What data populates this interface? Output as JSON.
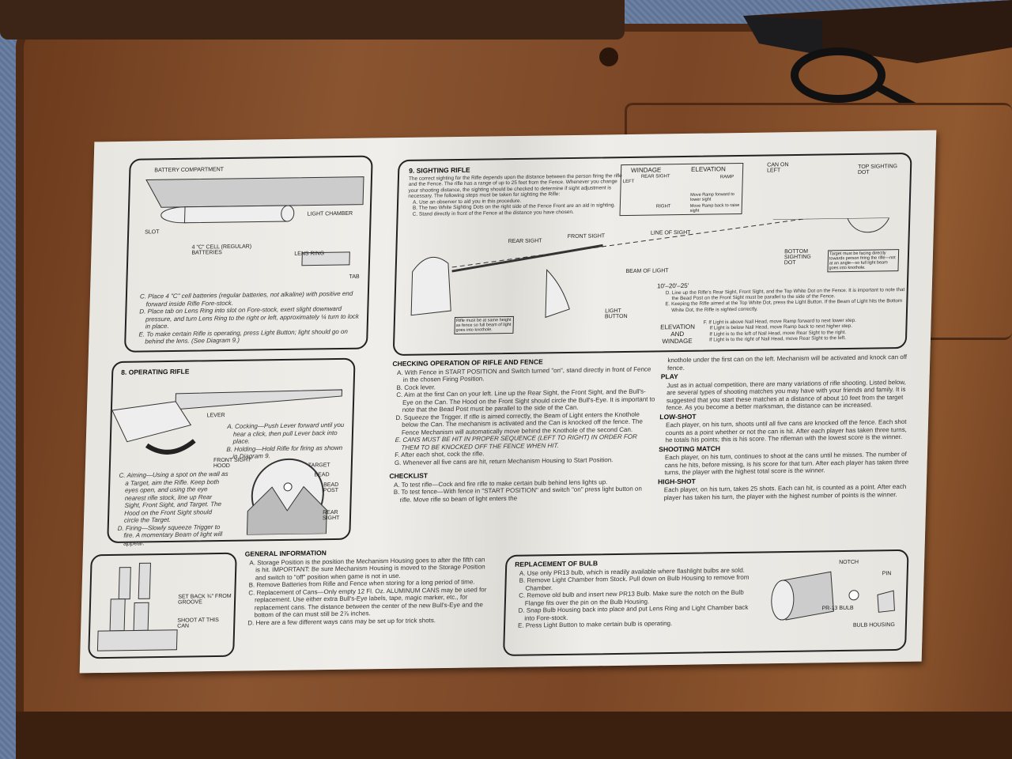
{
  "battery": {
    "labels": [
      "BATTERY COMPARTMENT",
      "SLOT",
      "LIGHT CHAMBER",
      "4 \"C\" CELL (REGULAR) BATTERIES",
      "LENS RING",
      "TAB"
    ],
    "steps": [
      "C. Place 4 \"C\" cell batteries (regular batteries, not alkaline) with positive end forward inside Rifle Fore-stock.",
      "D. Place tab on Lens Ring into slot on Fore-stock, exert slight downward pressure, and turn Lens Ring to the right or left, approximately ¼ turn to lock in place.",
      "E. To make certain Rifle is operating, press Light Button; light should go on behind the lens. (See Diagram 9.)"
    ]
  },
  "operating": {
    "title": "8. OPERATING RIFLE",
    "labels": [
      "LEVER",
      "FRONT SIGHT HOOD",
      "TARGET",
      "BEAD",
      "BEAD POST",
      "REAR SIGHT"
    ],
    "steps": [
      "A. Cocking—Push Lever forward until you hear a click, then pull Lever back into place.",
      "B. Holding—Hold Rifle for firing as shown in Diagram 9.",
      "C. Aiming—Using a spot on the wall as a Target, aim the Rifle. Keep both eyes open, and using the eye nearest rifle stock, line up Rear Sight, Front Sight, and Target. The Hood on the Front Sight should circle the Target.",
      "D. Firing—Slowly squeeze Trigger to fire. A momentary Beam of light will appear."
    ]
  },
  "trick": {
    "labels": [
      "SET BACK ¾\" FROM GROOVE",
      "SHOOT AT THIS CAN"
    ]
  },
  "general": {
    "title": "GENERAL INFORMATION",
    "steps": [
      "A. Storage Position is the position the Mechanism Housing goes to after the fifth can is hit. IMPORTANT: Be sure Mechanism Housing is moved to the Storage Position and switch to \"off\" position when game is not in use.",
      "B. Remove Batteries from Rifle and Fence when storing for a long period of time.",
      "C. Replacement of Cans—Only empty 12 Fl. Oz. ALUMINUM CANS may be used for replacement. Use either extra Bull's-Eye labels, tape, magic marker, etc., for replacement cans. The distance between the center of the new Bull's-Eye and the bottom of the can must still be 2⅞ inches.",
      "D. Here are a few different ways cans may be set up for trick shots."
    ]
  },
  "sighting": {
    "title": "9. SIGHTING RIFLE",
    "intro": "The correct sighting for the Rifle depends upon the distance between the person firing the rifle and the Fence. The rifle has a range of up to 25 feet from the Fence. Whenever you change your shooting distance, the sighting should be checked to determine if sight adjustment is necessary. The following steps must be taken for sighting the Rifle:",
    "steps": [
      "A. Use an observer to aid you in this procedure.",
      "B. The two White Sighting Dots on the right side of the Fence Front are an aid in sighting.",
      "C. Stand directly in front of the Fence at the distance you have chosen."
    ],
    "windage": "WINDAGE",
    "elevation": "ELEVATION",
    "windage_labels": [
      "LEFT",
      "REAR SIGHT",
      "RIGHT"
    ],
    "elevation_labels": [
      "RAMP",
      "Move Ramp forward to lower sight",
      "Move Ramp back to raise sight"
    ],
    "labels": [
      "CAN ON LEFT",
      "TOP SIGHTING DOT",
      "LINE OF SIGHT",
      "REAR SIGHT",
      "FRONT SIGHT",
      "BEAM OF LIGHT",
      "10'–20'–25'",
      "BOTTOM SIGHTING DOT",
      "LIGHT BUTTON"
    ],
    "note_fence": "Target must be facing directly towards person firing the rifle—not at an angle—so full light beam goes into knothole.",
    "note_height": "Rifle must be at same height as fence so full beam of light goes into knothole.",
    "steps2": [
      "D. Line up the Rifle's Rear Sight, Front Sight, and the Top White Dot on the Fence. It is important to note that the Bead Post on the Front Sight must be parallel to the side of the Fence.",
      "E. Keeping the Rifle aimed at the Top White Dot, press the Light Button. If the Beam of Light hits the Bottom White Dot, the Rifle is sighted correctly."
    ],
    "ew_label": "ELEVATION AND WINDAGE",
    "f_steps": [
      "F. If Light is above Nail Head, move Ramp forward to next lower step.",
      "If Light is below Nail Head, move Ramp back to next higher step.",
      "If Light is to the left of Nail Head, move Rear Sight to the right.",
      "If Light is to the right of Nail Head, move Rear Sight to the left."
    ]
  },
  "checking": {
    "title": "CHECKING OPERATION OF RIFLE AND FENCE",
    "steps": [
      "A. With Fence in START POSITION and Switch turned \"on\", stand directly in front of Fence in the chosen Firing Position.",
      "B. Cock lever.",
      "C. Aim at the first Can on your left. Line up the Rear Sight, the Front Sight, and the Bull's-Eye on the Can. The Hood on the Front Sight should circle the Bull's-Eye. It is important to note that the Bead Post must be parallel to the side of the Can.",
      "D. Squeeze the Trigger. If rifle is aimed correctly, the Beam of Light enters the Knothole below the Can. The mechanism is activated and the Can is knocked off the fence. The Fence Mechanism will automatically move behind the Knothole of the second Can.",
      "E. CANS MUST BE HIT IN PROPER SEQUENCE (LEFT TO RIGHT) IN ORDER FOR THEM TO BE KNOCKED OFF THE FENCE WHEN HIT.",
      "F. After each shot, cock the rifle.",
      "G. Whenever all five cans are hit, return Mechanism Housing to Start Position."
    ]
  },
  "checklist": {
    "title": "CHECKLIST",
    "steps": [
      "A. To test rifle—Cock and fire rifle to make certain bulb behind lens lights up.",
      "B. To test fence—With fence in \"START POSITION\" and switch \"on\" press light button on rifle. Move rifle so beam of light enters the"
    ],
    "cont": "knothole under the first can on the left. Mechanism will be activated and knock can off fence."
  },
  "play": {
    "title": "PLAY",
    "text": "Just as in actual competition, there are many variations of rifle shooting. Listed below, are several types of shooting matches you may have with your friends and family. It is suggested that you start these matches at a distance of about 10 feet from the target fence. As you become a better marksman, the distance can be increased.",
    "games": [
      {
        "title": "LOW-SHOT",
        "text": "Each player, on his turn, shoots until all five cans are knocked off the fence. Each shot counts as a point whether or not the can is hit. After each player has taken three turns, he totals his points; this is his score. The rifleman with the lowest score is the winner."
      },
      {
        "title": "SHOOTING MATCH",
        "text": "Each player, on his turn, continues to shoot at the cans until he misses. The number of cans he hits, before missing, is his score for that turn. After each player has taken three turns, the player with the highest total score is the winner."
      },
      {
        "title": "HIGH-SHOT",
        "text": "Each player, on his turn, takes 25 shots. Each can hit, is counted as a point. After each player has taken his turn, the player with the highest number of points is the winner."
      }
    ]
  },
  "bulb": {
    "title": "REPLACEMENT OF BULB",
    "steps": [
      "A. Use only PR13 bulb, which is readily available where flashlight bulbs are sold.",
      "B. Remove Light Chamber from Stock. Pull down on Bulb Housing to remove from Chamber.",
      "C. Remove old bulb and insert new PR13 Bulb. Make sure the notch on the Bulb Flange fits over the pin on the Bulb Housing.",
      "D. Snap Bulb Housing back into place and put Lens Ring and Light Chamber back into Fore-stock.",
      "E. Press Light Button to make certain bulb is operating."
    ],
    "labels": [
      "NOTCH",
      "PIN",
      "PR-13 BULB",
      "BULB HOUSING"
    ]
  }
}
